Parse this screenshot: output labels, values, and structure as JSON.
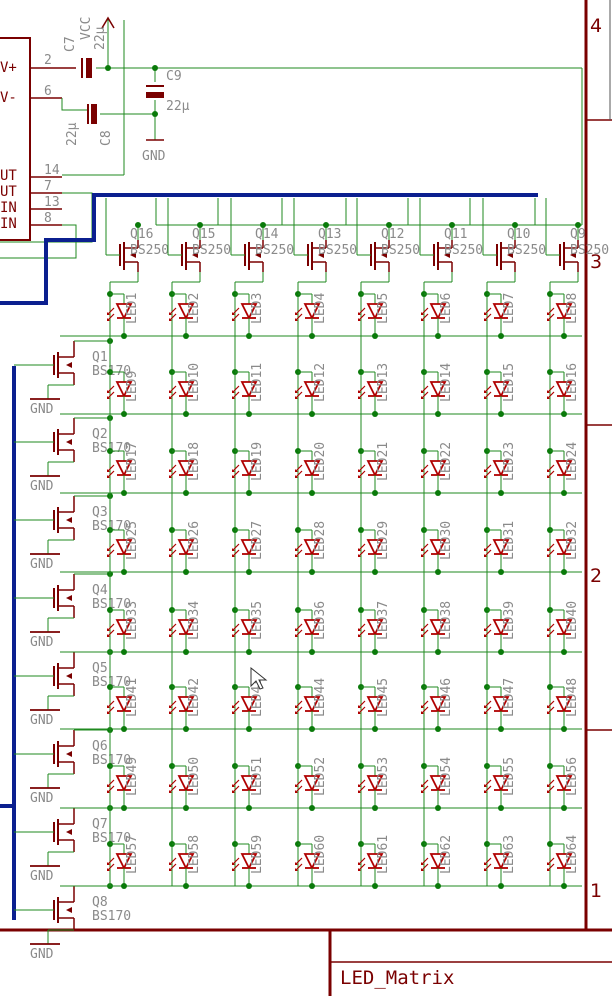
{
  "sheet": {
    "title": "LED_Matrix",
    "zones": [
      "4",
      "3",
      "2",
      "1"
    ]
  },
  "colors": {
    "wire": "#1f8a1f",
    "bus": "#0b1f8f",
    "part": "#7a0000",
    "text": "#8a8a8a",
    "junction": "#0a7a0a",
    "led": "#b00000"
  },
  "power": {
    "ic_pins": [
      "V+",
      "V-",
      "UT",
      "UT",
      "IN",
      "IN"
    ],
    "pin_numbers": [
      "2",
      "6",
      "14",
      "7",
      "13",
      "8"
    ],
    "vcc_label": "VCC",
    "caps": [
      {
        "name": "C7",
        "value": "22µ"
      },
      {
        "name": "C8",
        "value": "22µ"
      },
      {
        "name": "C9",
        "value": "22µ"
      }
    ],
    "gnd_label": "GND"
  },
  "column_fets": [
    "Q16",
    "Q15",
    "Q14",
    "Q13",
    "Q12",
    "Q11",
    "Q10",
    "Q9"
  ],
  "column_fet_part": "BS250",
  "row_fets": [
    "Q1",
    "Q2",
    "Q3",
    "Q4",
    "Q5",
    "Q6",
    "Q7",
    "Q8"
  ],
  "row_fet_part": "BS170",
  "leds": [
    [
      "LED1",
      "LED2",
      "LED3",
      "LED4",
      "LED5",
      "LED6",
      "LED7",
      "LED8"
    ],
    [
      "LED9",
      "LED10",
      "LED11",
      "LED12",
      "LED13",
      "LED14",
      "LED15",
      "LED16"
    ],
    [
      "LED17",
      "LED18",
      "LED19",
      "LED20",
      "LED21",
      "LED22",
      "LED23",
      "LED24"
    ],
    [
      "LED25",
      "LED26",
      "LED27",
      "LED28",
      "LED29",
      "LED30",
      "LED31",
      "LED32"
    ],
    [
      "LED33",
      "LED34",
      "LED35",
      "LED36",
      "LED37",
      "LED38",
      "LED39",
      "LED40"
    ],
    [
      "LED41",
      "LED42",
      "LED43",
      "LED44",
      "LED45",
      "LED46",
      "LED47",
      "LED48"
    ],
    [
      "LED49",
      "LED50",
      "LED51",
      "LED52",
      "LED53",
      "LED54",
      "LED55",
      "LED56"
    ],
    [
      "LED57",
      "LED58",
      "LED59",
      "LED60",
      "LED61",
      "LED62",
      "LED63",
      "LED64"
    ]
  ]
}
